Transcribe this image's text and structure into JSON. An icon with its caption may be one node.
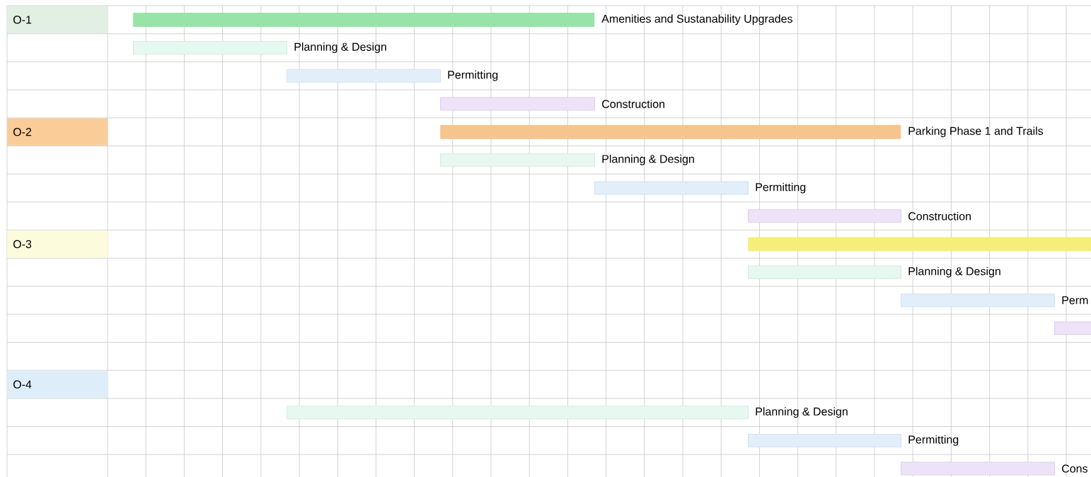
{
  "diagram": {
    "nodes": [
      {
        "text": [
          "O-1"
        ]
      },
      {
        "text": [],
        "shape": "bar",
        "beside": [
          "Amenities and Sustanability Upgrades"
        ]
      },
      {
        "text": [],
        "shape": "bar",
        "beside": [
          "Planning & Design"
        ]
      },
      {
        "text": [],
        "shape": "bar",
        "beside": [
          "Permitting"
        ]
      },
      {
        "text": [],
        "shape": "bar",
        "beside": [
          "Construction"
        ]
      },
      {
        "text": [
          "O-2"
        ]
      },
      {
        "text": [],
        "shape": "bar",
        "beside": [
          "Parking Phase 1 and Trails"
        ]
      },
      {
        "text": [],
        "shape": "bar",
        "beside": [
          "Planning & Design"
        ]
      },
      {
        "text": [],
        "shape": "bar",
        "beside": [
          "Permitting"
        ]
      },
      {
        "text": [],
        "shape": "bar",
        "beside": [
          "Construction"
        ]
      },
      {
        "text": [
          "O-3"
        ]
      },
      {
        "text": [],
        "shape": "bar"
      },
      {
        "text": [],
        "shape": "bar",
        "beside": [
          "Planning & Design"
        ]
      },
      {
        "text": [],
        "shape": "bar",
        "beside": [
          "Perm"
        ]
      },
      {
        "text": [],
        "shape": "bar"
      },
      {
        "text": [
          "O-4"
        ]
      },
      {
        "text": [],
        "shape": "bar",
        "beside": [
          "Planning & Design"
        ]
      },
      {
        "text": [],
        "shape": "bar",
        "beside": [
          "Permitting"
        ]
      },
      {
        "text": [],
        "shape": "bar",
        "beside": [
          "Cons"
        ]
      }
    ]
  }
}
